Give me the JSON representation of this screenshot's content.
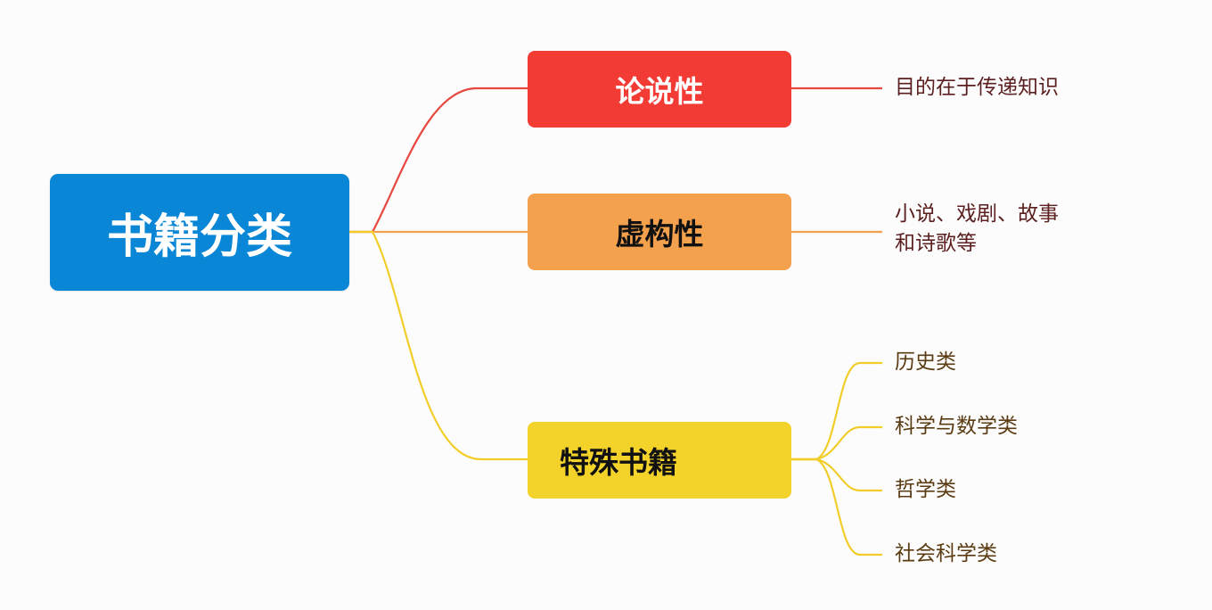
{
  "root": {
    "label": "书籍分类"
  },
  "branches": [
    {
      "label": "论说性",
      "color": "#f33b35",
      "children": [
        "目的在于传递知识"
      ]
    },
    {
      "label": "虚构性",
      "color": "#f4a14e",
      "children": [
        "小说、戏剧、故事",
        "和诗歌等"
      ]
    },
    {
      "label": "特殊书籍",
      "color": "#f3d22a",
      "children": [
        "历史类",
        "科学与数学类",
        "哲学类",
        "社会科学类"
      ]
    }
  ],
  "colors": {
    "root_fill": "#0a86d6",
    "link_red": "#e8473f",
    "link_orange": "#f1a04c",
    "link_yellow": "#f2cd2a"
  }
}
